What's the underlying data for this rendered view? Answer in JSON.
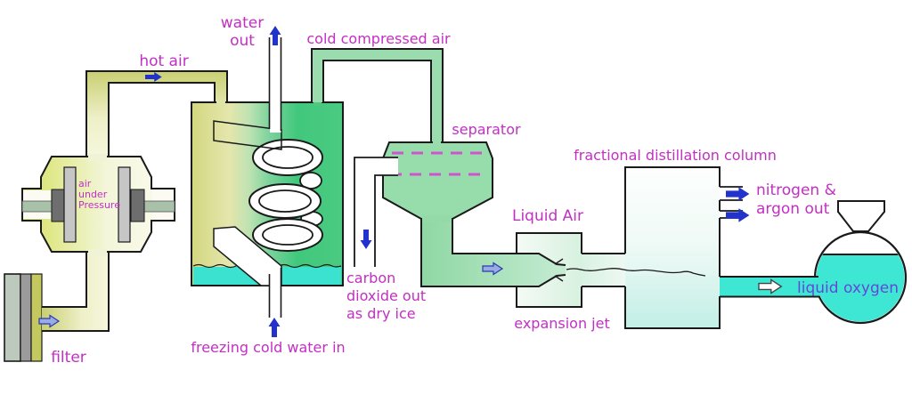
{
  "figure": {
    "description_labels": {
      "filter": "filter",
      "air_under_pressure": [
        "air",
        "under",
        "Pressure"
      ],
      "hot_air": "hot air",
      "water_out": [
        "water",
        "out"
      ],
      "cold_compressed_air": "cold compressed air",
      "freezing_cold_water_in": "freezing cold water in",
      "carbon_dioxide": [
        "carbon",
        "dioxide out",
        "as dry ice"
      ],
      "separator": "separator",
      "liquid_air": "Liquid Air",
      "expansion_jet": "expansion jet",
      "fractional_distillation_column": "fractional distillation column",
      "nitrogen_argon": [
        "nitrogen &",
        "argon out"
      ],
      "liquid_oxygen": "liquid oxygen"
    },
    "arrows": [
      {
        "name": "filter-flow-arrow",
        "direction": "right",
        "style": "periwinkle"
      },
      {
        "name": "hot-air-arrow",
        "direction": "right",
        "style": "blue"
      },
      {
        "name": "water-out-arrow",
        "direction": "up",
        "style": "blue"
      },
      {
        "name": "freezing-water-in-arrow",
        "direction": "up",
        "style": "blue"
      },
      {
        "name": "co2-out-arrow",
        "direction": "down",
        "style": "blue"
      },
      {
        "name": "liquid-air-arrow",
        "direction": "right",
        "style": "periwinkle"
      },
      {
        "name": "nitrogen-out-arrow-1",
        "direction": "right",
        "style": "blue"
      },
      {
        "name": "nitrogen-out-arrow-2",
        "direction": "right",
        "style": "blue"
      },
      {
        "name": "liquid-oxygen-arrow",
        "direction": "right",
        "style": "hollow"
      }
    ],
    "palette": {
      "label_magenta": "#c32fc3",
      "label_purple": "#6348d8",
      "arrow_blue": "#2233cc",
      "arrow_periwinkle": "#9aaae4",
      "pipe_olive": "#c9cf72",
      "vessel_green": "#41c87c",
      "separator_green": "#97dcab",
      "water_cyan": "#3ce2d0",
      "liquid_oxygen_cyan": "#3ee6d4",
      "metal_light_gray": "#c6c6c6",
      "metal_dark_gray": "#6e6e6e",
      "shaft_sage": "#a9c1a9",
      "outline": "#1a1a1a",
      "dashed_line_violet": "#cc55cc"
    }
  }
}
